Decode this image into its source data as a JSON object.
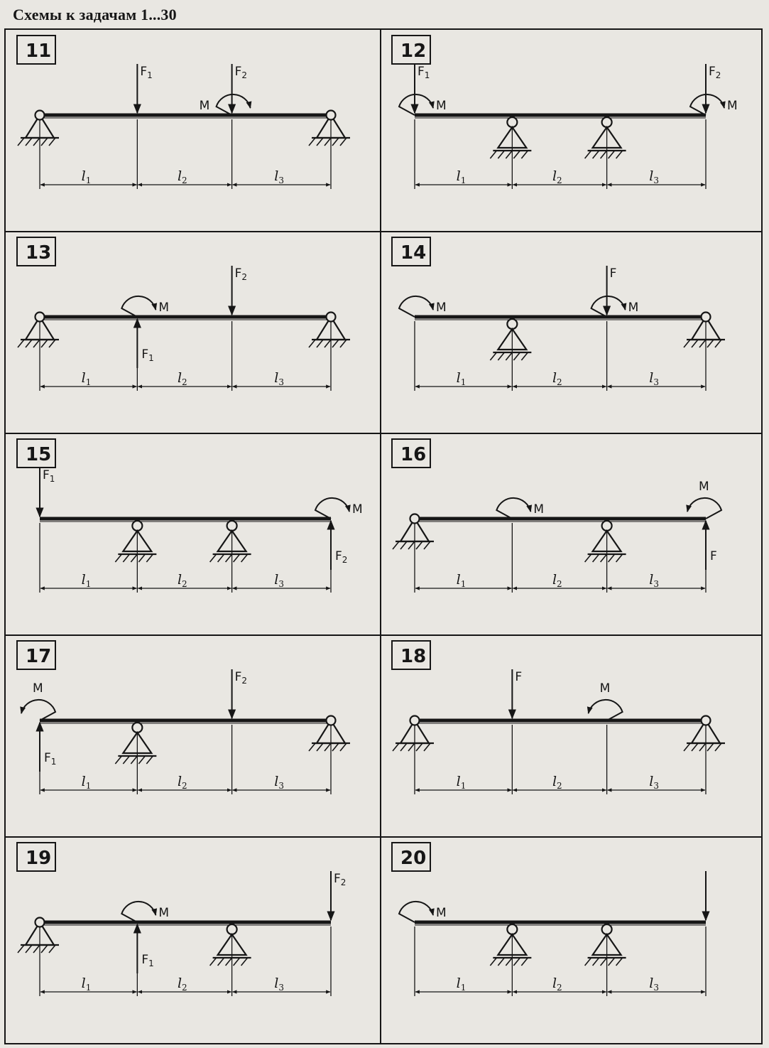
{
  "title": "Схемы к задачам 1...30",
  "colors": {
    "ink": "#161616",
    "paper": "#e9e7e2"
  },
  "schemes": [
    {
      "number": "11",
      "supports": [
        {
          "at": 0,
          "type": "pin"
        },
        {
          "at": 3,
          "type": "pin"
        }
      ],
      "loads": [
        {
          "kind": "force",
          "at": 1,
          "dir": "down",
          "label": "F1"
        },
        {
          "kind": "force",
          "at": 2,
          "dir": "down",
          "label": "F2"
        },
        {
          "kind": "moment",
          "at": 2,
          "dir": "cw",
          "label": "M",
          "label_side": "left"
        }
      ],
      "dims": [
        "l1",
        "l2",
        "l3"
      ]
    },
    {
      "number": "12",
      "supports": [
        {
          "at": 1,
          "type": "roller"
        },
        {
          "at": 2,
          "type": "roller"
        }
      ],
      "loads": [
        {
          "kind": "force",
          "at": 0,
          "dir": "down",
          "label": "F1"
        },
        {
          "kind": "moment",
          "at": 0,
          "dir": "cw",
          "label": "M"
        },
        {
          "kind": "force",
          "at": 3,
          "dir": "down",
          "label": "F2"
        },
        {
          "kind": "moment",
          "at": 3,
          "dir": "cw",
          "label": "M"
        }
      ],
      "dims": [
        "l1",
        "l2",
        "l3"
      ]
    },
    {
      "number": "13",
      "supports": [
        {
          "at": 0,
          "type": "pin"
        },
        {
          "at": 3,
          "type": "pin"
        }
      ],
      "loads": [
        {
          "kind": "force",
          "at": 1,
          "dir": "up",
          "label": "F1"
        },
        {
          "kind": "moment",
          "at": 1,
          "dir": "cw",
          "label": "M"
        },
        {
          "kind": "force",
          "at": 2,
          "dir": "down",
          "label": "F2"
        }
      ],
      "dims": [
        "l1",
        "l2",
        "l3"
      ]
    },
    {
      "number": "14",
      "supports": [
        {
          "at": 1,
          "type": "roller"
        },
        {
          "at": 3,
          "type": "pin"
        }
      ],
      "loads": [
        {
          "kind": "moment",
          "at": 0,
          "dir": "cw",
          "label": "M"
        },
        {
          "kind": "force",
          "at": 2,
          "dir": "down",
          "label": "F"
        },
        {
          "kind": "moment",
          "at": 2,
          "dir": "cw",
          "label": "M"
        }
      ],
      "dims": [
        "l1",
        "l2",
        "l3"
      ]
    },
    {
      "number": "15",
      "supports": [
        {
          "at": 1,
          "type": "roller"
        },
        {
          "at": 2,
          "type": "roller"
        }
      ],
      "loads": [
        {
          "kind": "force",
          "at": 0,
          "dir": "down",
          "label": "F1"
        },
        {
          "kind": "force",
          "at": 3,
          "dir": "up",
          "label": "F2"
        },
        {
          "kind": "moment",
          "at": 3,
          "dir": "cw",
          "label": "M"
        }
      ],
      "dims": [
        "l1",
        "l2",
        "l3"
      ]
    },
    {
      "number": "16",
      "supports": [
        {
          "at": 0,
          "type": "pin"
        },
        {
          "at": 2,
          "type": "roller"
        }
      ],
      "loads": [
        {
          "kind": "moment",
          "at": 1,
          "dir": "cw",
          "label": "M"
        },
        {
          "kind": "moment",
          "at": 3,
          "dir": "ccw",
          "label": "M"
        },
        {
          "kind": "force",
          "at": 3,
          "dir": "up",
          "label": "F"
        }
      ],
      "dims": [
        "l1",
        "l2",
        "l3"
      ]
    },
    {
      "number": "17",
      "supports": [
        {
          "at": 1,
          "type": "roller"
        },
        {
          "at": 3,
          "type": "pin"
        }
      ],
      "loads": [
        {
          "kind": "moment",
          "at": 0,
          "dir": "ccw",
          "label": "M"
        },
        {
          "kind": "force",
          "at": 0,
          "dir": "up",
          "label": "F1"
        },
        {
          "kind": "force",
          "at": 2,
          "dir": "down",
          "label": "F2"
        }
      ],
      "dims": [
        "l1",
        "l2",
        "l3"
      ]
    },
    {
      "number": "18",
      "supports": [
        {
          "at": 0,
          "type": "pin"
        },
        {
          "at": 3,
          "type": "pin"
        }
      ],
      "loads": [
        {
          "kind": "force",
          "at": 1,
          "dir": "down",
          "label": "F"
        },
        {
          "kind": "moment",
          "at": 2,
          "dir": "ccw",
          "label": "M"
        }
      ],
      "dims": [
        "l1",
        "l2",
        "l3"
      ]
    },
    {
      "number": "19",
      "supports": [
        {
          "at": 0,
          "type": "pin"
        },
        {
          "at": 2,
          "type": "roller"
        }
      ],
      "loads": [
        {
          "kind": "moment",
          "at": 1,
          "dir": "cw",
          "label": "M"
        },
        {
          "kind": "force",
          "at": 1,
          "dir": "up",
          "label": "F1"
        },
        {
          "kind": "force",
          "at": 3,
          "dir": "down",
          "label": "F2"
        }
      ],
      "dims": [
        "l1",
        "l2",
        "l3"
      ]
    },
    {
      "number": "20",
      "supports": [
        {
          "at": 1,
          "type": "roller"
        },
        {
          "at": 2,
          "type": "roller"
        }
      ],
      "loads": [
        {
          "kind": "moment",
          "at": 0,
          "dir": "cw",
          "label": "M"
        },
        {
          "kind": "force",
          "at": 3,
          "dir": "down",
          "label": ""
        }
      ],
      "dims": [
        "l1",
        "l2",
        "l3"
      ]
    }
  ]
}
